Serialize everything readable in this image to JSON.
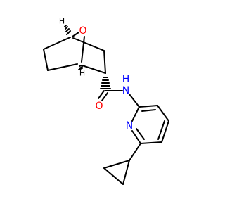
{
  "colors": {
    "background": "#ffffff",
    "bond": "#000000",
    "oxygen": "#ff0000",
    "nitrogen": "#0000ff",
    "carbon_label": "#000000"
  },
  "atoms": {
    "bridge_oxygen": "O",
    "carbonyl_oxygen": "O",
    "amide_nitrogen": "N",
    "amide_hydrogen": "H",
    "pyridine_nitrogen": "N",
    "stereo_h_top": "H",
    "stereo_h_bottom": "H"
  }
}
